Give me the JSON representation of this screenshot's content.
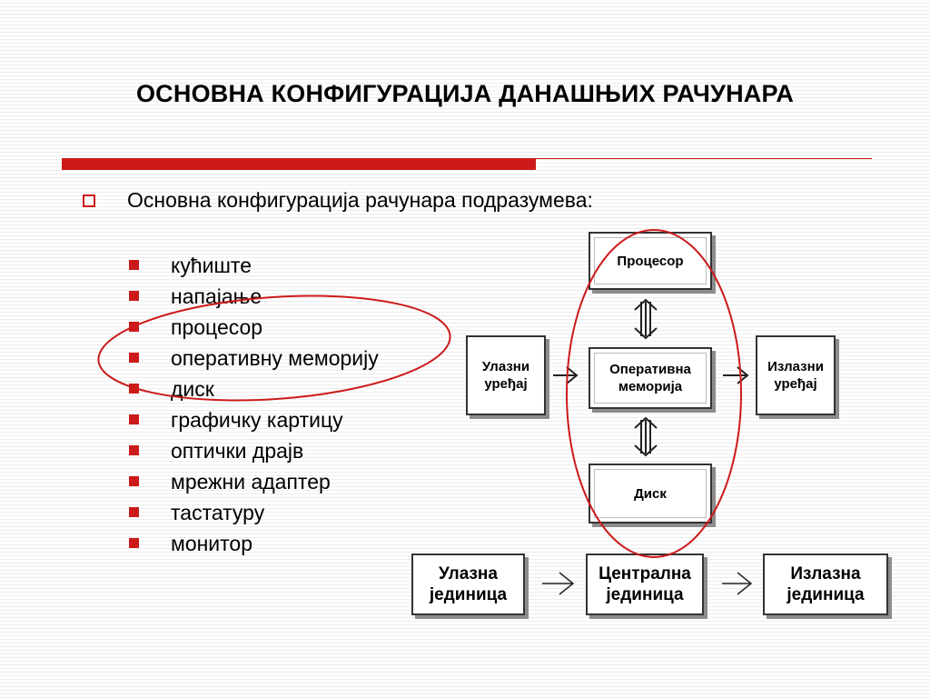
{
  "title": "ОСНОВНА КОНФИГУРАЦИЈА ДАНАШЊИХ РАЧУНАРА",
  "lead": "Основна конфигурација рачунара подразумева:",
  "items": [
    "кућиште",
    "напајање",
    "процесор",
    "оперативну меморију",
    "диск",
    "графичку картицу",
    "оптички драјв",
    "мрежни адаптер",
    "тастатуру",
    "монитор"
  ],
  "diagram": {
    "processor": "Процесор",
    "memory": "Оперативна меморија",
    "disk": "Диск",
    "input_devices": "Улазни уређај",
    "output_devices": "Излазни уређај"
  },
  "flow": {
    "input_unit": "Улазна јединица",
    "central_unit": "Централна јединица",
    "output_unit": "Излазна јединица"
  },
  "colors": {
    "accent_red": "#cc1a1a",
    "box_border": "#333333",
    "box_shadow": "#8c8c8c"
  }
}
